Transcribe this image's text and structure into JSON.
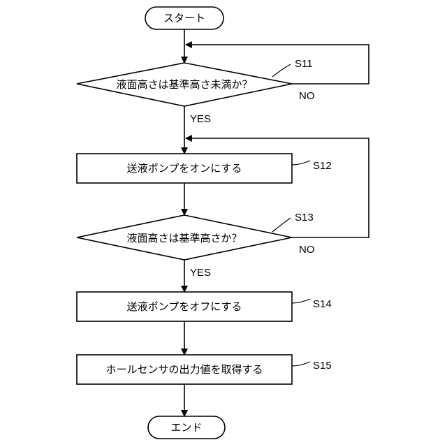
{
  "flowchart": {
    "start": "スタート",
    "end": "エンド",
    "steps": [
      {
        "id": "S11",
        "type": "decision",
        "text": "液面高さは基準高さ未満か？",
        "yes_label": "YES",
        "no_label": "NO"
      },
      {
        "id": "S12",
        "type": "process",
        "text": "送液ポンプをオンにする"
      },
      {
        "id": "S13",
        "type": "decision",
        "text": "液面高さは基準高さか？",
        "yes_label": "YES",
        "no_label": "NO"
      },
      {
        "id": "S14",
        "type": "process",
        "text": "送液ポンプをオフにする"
      },
      {
        "id": "S15",
        "type": "process",
        "text": "ホールセンサの出力値を取得する"
      }
    ]
  },
  "colors": {
    "stroke": "#000000",
    "fill": "#ffffff",
    "text": "#000000"
  }
}
